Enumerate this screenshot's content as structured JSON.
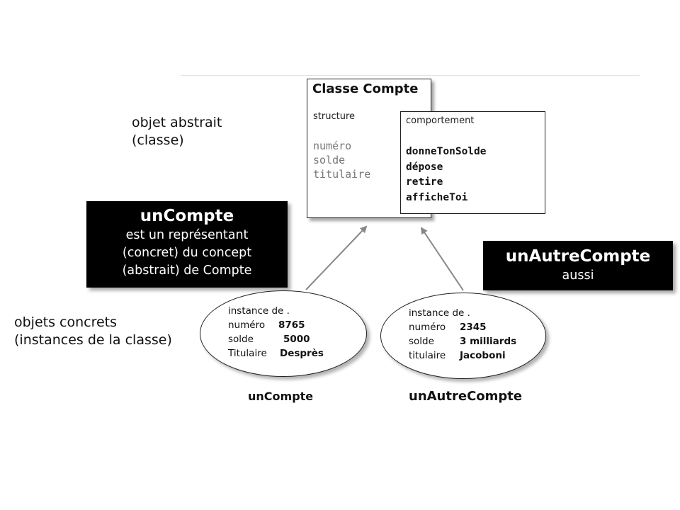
{
  "abstract_label": {
    "line1": "objet abstrait",
    "line2": "(classe)"
  },
  "concrete_label": {
    "line1": "objets concrets",
    "line2": "(instances de la classe)"
  },
  "class_box": {
    "title": "Classe Compte",
    "structure_title": "structure",
    "attributes": [
      "numéro",
      "solde",
      "titulaire"
    ],
    "behavior_title": "comportement",
    "methods": [
      "donneTonSolde",
      "dépose",
      "retire",
      "afficheToi"
    ]
  },
  "callout1": {
    "title": "unCompte",
    "lines": [
      "est un représentant",
      "(concret) du concept",
      "(abstrait) de Compte"
    ]
  },
  "callout2": {
    "title": "unAutreCompte",
    "lines": [
      "aussi"
    ]
  },
  "instance1": {
    "header": "instance de .",
    "rows": [
      {
        "key": "numéro",
        "value": "8765"
      },
      {
        "key": "solde",
        "value": "5000"
      },
      {
        "key": "Titulaire",
        "value": "Desprès"
      }
    ],
    "caption": "unCompte"
  },
  "instance2": {
    "header": "instance de .",
    "rows": [
      {
        "key": "numéro",
        "value": "2345"
      },
      {
        "key": "solde",
        "value": "3 milliards"
      },
      {
        "key": "titulaire",
        "value": "Jacoboni"
      }
    ],
    "caption": "unAutreCompte"
  },
  "colors": {
    "background": "#ffffff",
    "callout_bg": "#000000",
    "callout_text": "#ffffff",
    "arrow": "#888888",
    "attribute_text": "#777777"
  }
}
